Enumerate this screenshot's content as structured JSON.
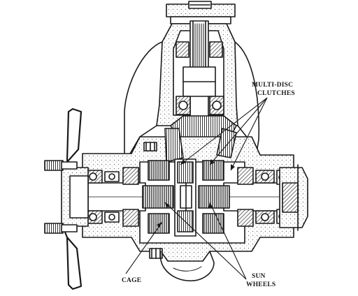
{
  "figure": {
    "labels": {
      "multi_disc_line1": "MULTI-DISC",
      "multi_disc_line2": "CLUTCHES",
      "cage": "CAGE",
      "sun_line1": "SUN",
      "sun_line2": "WHEELS"
    },
    "colors": {
      "ink": "#1a1a1a",
      "paper": "#ffffff",
      "stipple": "#9a9a9a",
      "hatch": "#555555"
    }
  }
}
